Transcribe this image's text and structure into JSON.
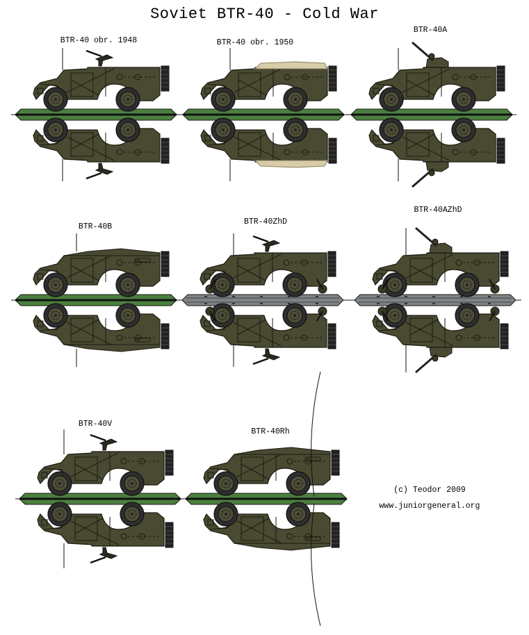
{
  "sheet": {
    "title": "Soviet BTR-40 - Cold War",
    "credit": "(c) Teodor 2009",
    "website": "www.juniorgeneral.org"
  },
  "colors": {
    "hull": "#4a4a32",
    "hull_dark": "#3a3a26",
    "outline": "#1a1a10",
    "tire": "#2e2e2e",
    "hub": "#4e4e38",
    "base_green": "#4b7f3f",
    "base_grey": "#7f8386",
    "tarp": "#d8cda8"
  },
  "units": [
    {
      "label": "BTR-40 obr. 1948",
      "variant": "mg",
      "base": "green"
    },
    {
      "label": "BTR-40 obr. 1950",
      "variant": "tarp",
      "base": "green"
    },
    {
      "label": "BTR-40A",
      "variant": "aa",
      "base": "green"
    },
    {
      "label": "BTR-40B",
      "variant": "roof",
      "base": "green"
    },
    {
      "label": "BTR-40ZhD",
      "variant": "mg",
      "base": "grey"
    },
    {
      "label": "BTR-40AZhD",
      "variant": "aa",
      "base": "grey"
    },
    {
      "label": "BTR-40V",
      "variant": "mg",
      "base": "green"
    },
    {
      "label": "BTR-40Rh",
      "variant": "roof",
      "base": "green"
    }
  ]
}
